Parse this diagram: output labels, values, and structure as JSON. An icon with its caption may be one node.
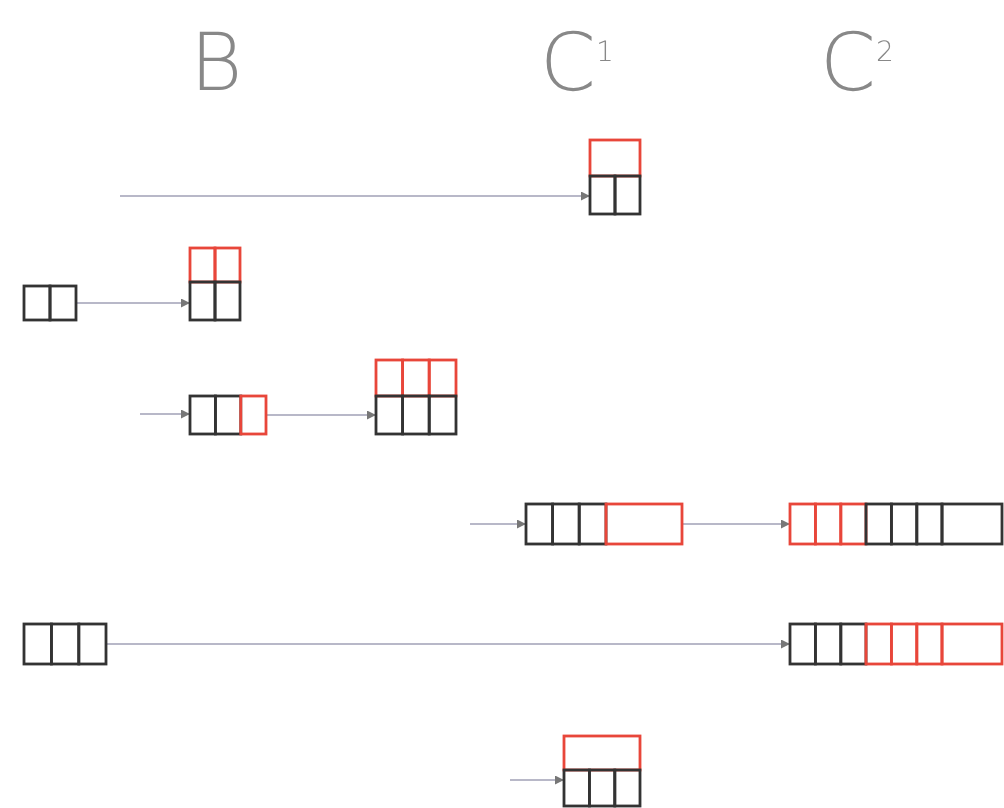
{
  "diagram": {
    "nodes": [
      {
        "text": [],
        "shape": "box"
      },
      {
        "text": [],
        "shape": "box"
      },
      {
        "text": [],
        "shape": "box"
      },
      {
        "text": [],
        "shape": "box"
      },
      {
        "text": [],
        "shape": "box"
      },
      {
        "text": [],
        "shape": "box"
      },
      {
        "text": [],
        "shape": "box"
      },
      {
        "text": [],
        "shape": "box"
      },
      {
        "text": [],
        "shape": "box"
      },
      {
        "text": [],
        "shape": "box"
      }
    ],
    "edges": [
      {
        "from": null,
        "to": 0,
        "arrow": "to"
      },
      {
        "from": 1,
        "to": 2,
        "arrow": "to"
      },
      {
        "from": null,
        "to": 3,
        "arrow": "to"
      },
      {
        "from": 3,
        "to": 4,
        "arrow": "to"
      },
      {
        "from": null,
        "to": 5,
        "arrow": "to"
      },
      {
        "from": 5,
        "to": 6,
        "arrow": "to"
      },
      {
        "from": 7,
        "to": 8,
        "arrow": "to"
      },
      {
        "from": null,
        "to": 9,
        "arrow": "to"
      }
    ],
    "labels": [
      "B",
      "C$^{1}$",
      "C$^{2}$"
    ]
  }
}
